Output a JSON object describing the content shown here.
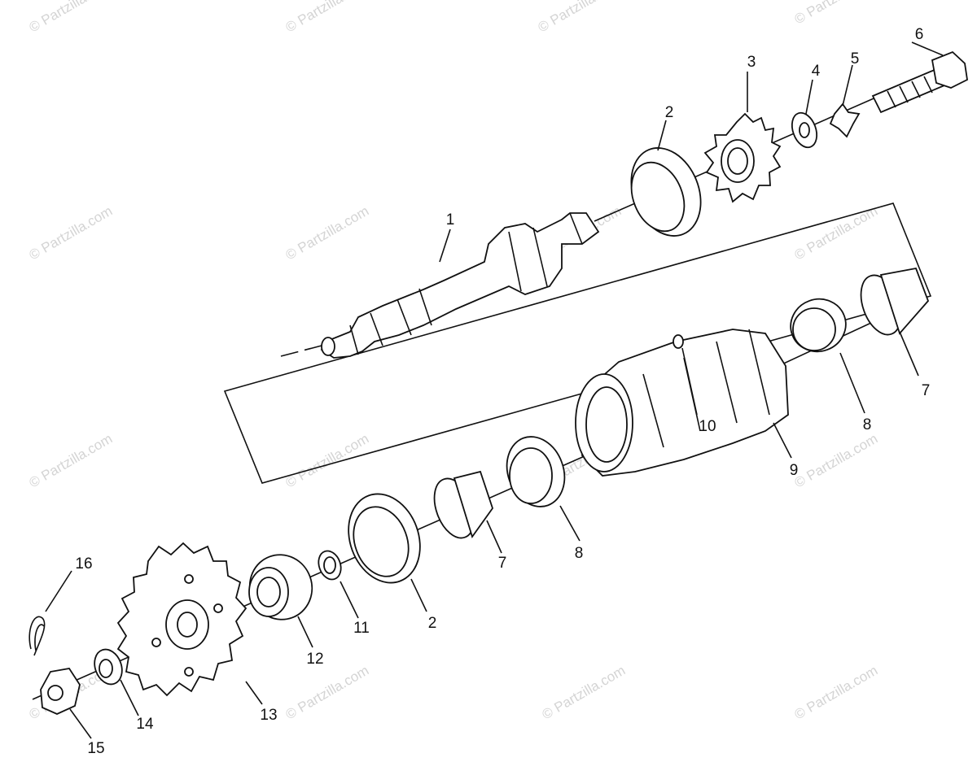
{
  "watermark": "© Partzilla.com",
  "callouts": [
    {
      "id": "c1",
      "label": "1"
    },
    {
      "id": "c2a",
      "label": "2"
    },
    {
      "id": "c3",
      "label": "3"
    },
    {
      "id": "c4",
      "label": "4"
    },
    {
      "id": "c5",
      "label": "5"
    },
    {
      "id": "c6",
      "label": "6"
    },
    {
      "id": "c7a",
      "label": "7"
    },
    {
      "id": "c8a",
      "label": "8"
    },
    {
      "id": "c9",
      "label": "9"
    },
    {
      "id": "c10",
      "label": "10"
    },
    {
      "id": "c8b",
      "label": "8"
    },
    {
      "id": "c7b",
      "label": "7"
    },
    {
      "id": "c2b",
      "label": "2"
    },
    {
      "id": "c11",
      "label": "11"
    },
    {
      "id": "c12",
      "label": "12"
    },
    {
      "id": "c13",
      "label": "13"
    },
    {
      "id": "c14",
      "label": "14"
    },
    {
      "id": "c15",
      "label": "15"
    },
    {
      "id": "c16",
      "label": "16"
    }
  ]
}
